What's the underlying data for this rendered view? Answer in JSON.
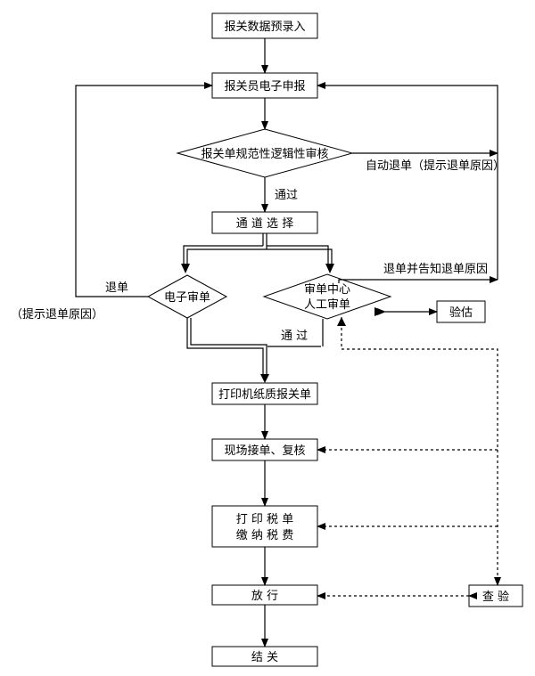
{
  "nodes": {
    "pre_entry": "报关数据预录入",
    "e_declare": "报关员电子申报",
    "logic_check": "报关单规范性逻辑性审核",
    "channel": "通 道 选 择",
    "e_review": "电子审单",
    "manual_review_line1": "审单中心",
    "manual_review_line2": "人工审单",
    "inspect_estimate": "验估",
    "print_paper": "打印机纸质报关单",
    "onsite": "现场接单、复核",
    "tax_line1": "打 印 税 单",
    "tax_line2": "缴 纳 税 费",
    "release": "放      行",
    "close": "结      关",
    "inspection": "查 验"
  },
  "edges": {
    "pass_1": "通过",
    "auto_return": "自动退单（提示退单原因）",
    "return_notify": "退单并告知退单原因",
    "return_left": "退单",
    "return_left_reason": "（提示退单原因）",
    "pass_2": "通      过"
  }
}
